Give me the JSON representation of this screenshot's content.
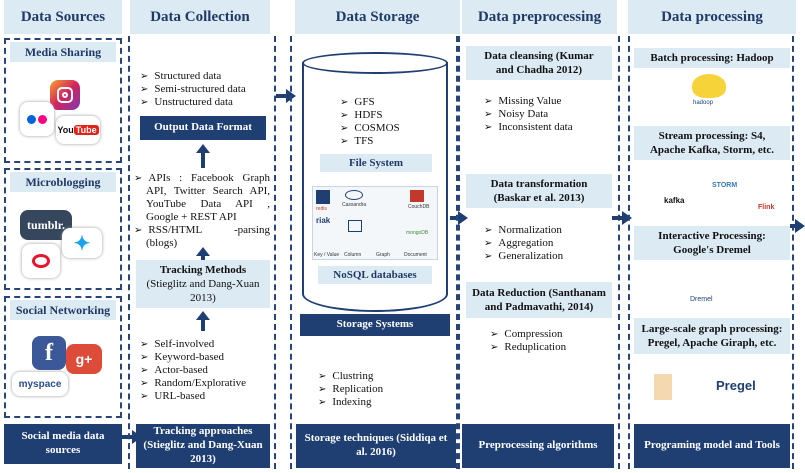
{
  "headers": {
    "sources": "Data Sources",
    "collection": "Data Collection",
    "storage": "Data Storage",
    "preprocessing": "Data preprocessing",
    "processing": "Data processing"
  },
  "sources": {
    "media_sharing": "Media Sharing",
    "microblogging": "Microblogging",
    "social_networking": "Social Networking",
    "footer": "Social media data sources",
    "logos": [
      "Instagram",
      "YouTube",
      "tumblr",
      "twitter",
      "Facebook",
      "Google+",
      "myspace"
    ]
  },
  "collection": {
    "formats": [
      "Structured data",
      "Semi-structured data",
      "Unstructured data"
    ],
    "output_format": "Output Data Format",
    "apis": [
      "APIs : Facebook Graph API, Twitter Search API, YouTube Data API , Google + REST API",
      "RSS/HTML -parsing (blogs)"
    ],
    "tracking_methods_title": "Tracking Methods",
    "tracking_methods_cite": "(Stieglitz and Dang-Xuan 2013)",
    "approaches": [
      "Self-involved",
      "Keyword-based",
      "Actor-based",
      "Random/Explorative",
      "URL-based"
    ],
    "footer": "Tracking approaches (Stieglitz and Dang-Xuan 2013)"
  },
  "storage": {
    "file_systems": [
      "GFS",
      "HDFS",
      "COSMOS",
      "TFS"
    ],
    "file_system_label": "File System",
    "nosql_label": "NoSQL databases",
    "nosql_logos": [
      "redis",
      "riak",
      "Cassandra",
      "CouchDB",
      "mongoDB"
    ],
    "nosql_categories": [
      "Key / Value",
      "Column",
      "Graph",
      "Document"
    ],
    "systems_label": "Storage Systems",
    "techniques": [
      "Clustring",
      "Replication",
      "Indexing"
    ],
    "footer": "Storage techniques (Siddiqa et al. 2016)"
  },
  "preprocessing": {
    "cleansing_title": "Data cleansing (Kumar and Chadha 2012)",
    "cleansing_items": [
      "Missing Value",
      "Noisy Data",
      "Inconsistent data"
    ],
    "transformation_title": "Data transformation (Baskar et al. 2013)",
    "transformation_items": [
      "Normalization",
      "Aggregation",
      "Generalization"
    ],
    "reduction_title": "Data Reduction (Santhanam and Padmavathi, 2014)",
    "reduction_items": [
      "Compression",
      "Reduplication"
    ],
    "footer": "Preprocessing algorithms"
  },
  "processing": {
    "batch": "Batch processing: Hadoop",
    "stream": "Stream processing: S4, Apache Kafka, Storm, etc.",
    "interactive": "Interactive Processing: Google's Dremel",
    "graph": "Large-scale graph processing: Pregel, Apache Giraph, etc.",
    "footer": "Programing model and Tools",
    "logos": [
      "hadoop",
      "kafka",
      "STORM",
      "Flink",
      "Dremel",
      "Pregel"
    ]
  },
  "colors": {
    "dark_navy": "#1f3f73",
    "light_blue": "#dceaf4",
    "heading_text": "#1f3a66"
  }
}
